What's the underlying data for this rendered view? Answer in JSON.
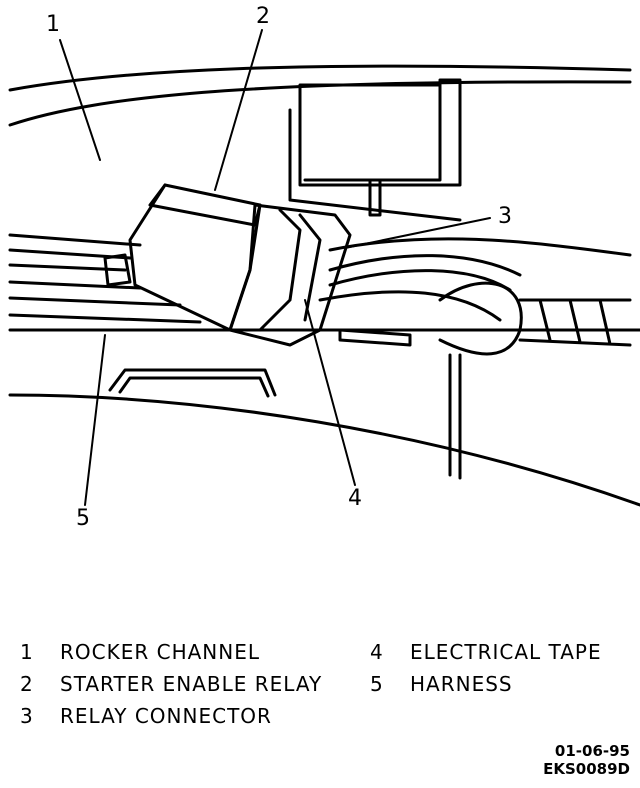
{
  "callouts": [
    "1",
    "2",
    "3",
    "4",
    "5"
  ],
  "legend": [
    {
      "num": "1",
      "text": "ROCKER CHANNEL"
    },
    {
      "num": "2",
      "text": "STARTER ENABLE RELAY"
    },
    {
      "num": "3",
      "text": "RELAY CONNECTOR"
    },
    {
      "num": "4",
      "text": "ELECTRICAL TAPE"
    },
    {
      "num": "5",
      "text": "HARNESS"
    }
  ],
  "stamp": {
    "date": "01-06-95",
    "code": "EKS0089D"
  }
}
